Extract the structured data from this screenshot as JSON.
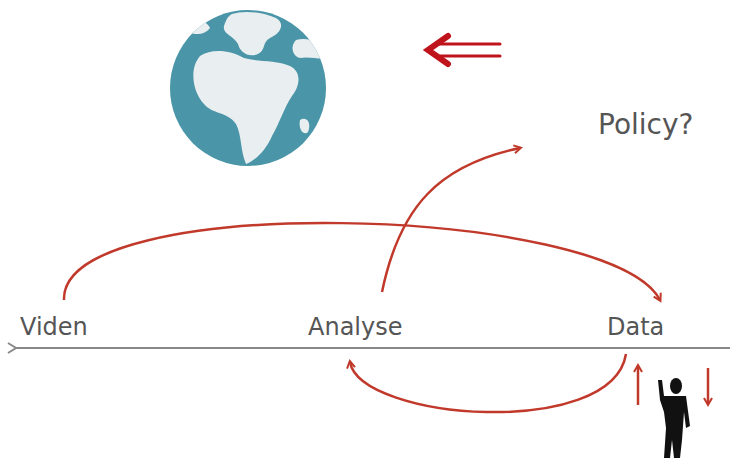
{
  "diagram": {
    "labels": [
      "Policy?",
      "Viden",
      "Analyse",
      "Data"
    ]
  }
}
